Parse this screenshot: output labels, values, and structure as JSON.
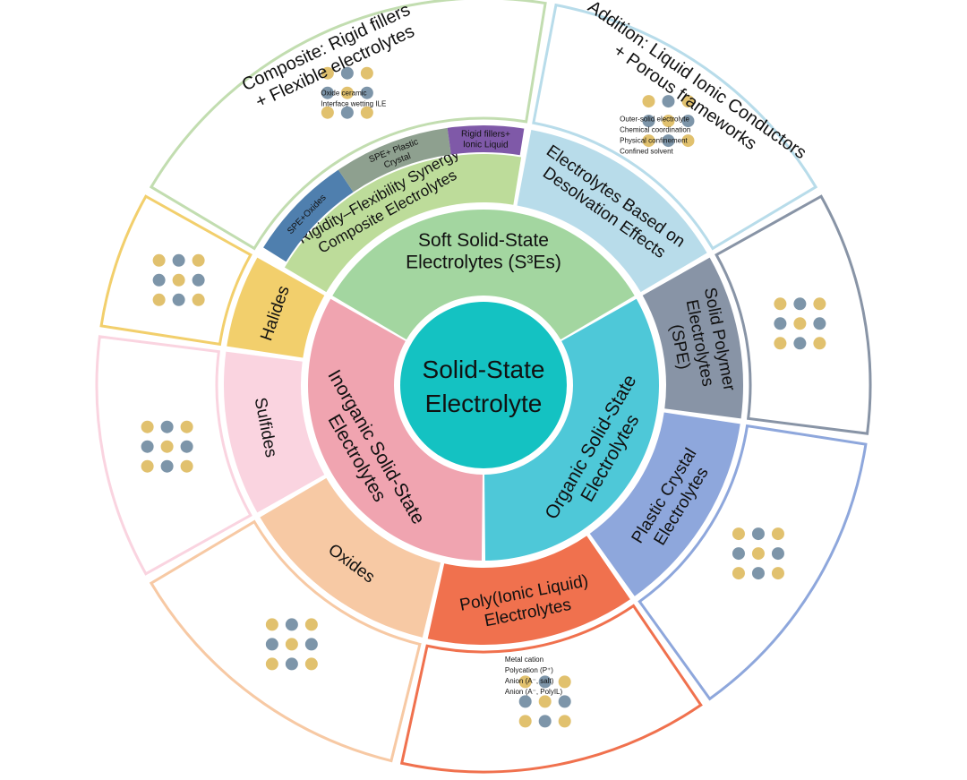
{
  "center": {
    "line1": "Solid-State",
    "line2": "Electrolyte",
    "color": "#14c2c2"
  },
  "ring1": [
    {
      "id": "soft",
      "lines": [
        "Soft Solid-State",
        "Electrolytes (S³Es)"
      ],
      "color": "#a3d6a0"
    },
    {
      "id": "organic",
      "lines": [
        "Organic Solid-State",
        "Electrolytes"
      ],
      "color": "#4ec8d8"
    },
    {
      "id": "inorganic",
      "lines": [
        "Inorganic Solid-State",
        "Electrolytes"
      ],
      "color": "#f0a4b0"
    }
  ],
  "ring2": [
    {
      "id": "composite",
      "lines": [
        "\"Rigidity–Flexibility Synergy\"",
        "Composite Electrolytes"
      ],
      "color": "#bddc9a"
    },
    {
      "id": "desolvation",
      "lines": [
        "Electrolytes Based on",
        "Desolvation Effects"
      ],
      "color": "#b8dcea"
    },
    {
      "id": "spe",
      "lines": [
        "Solid Polymer",
        "Electrolytes",
        "(SPE)"
      ],
      "color": "#8894a6"
    },
    {
      "id": "plastic",
      "lines": [
        "Plastic Crystal",
        "Electrolytes"
      ],
      "color": "#8ea7dc"
    },
    {
      "id": "pil",
      "lines": [
        "Poly(Ionic Liquid)",
        "Electrolytes"
      ],
      "color": "#f0714e"
    },
    {
      "id": "oxides",
      "lines": [
        "Oxides"
      ],
      "color": "#f7c9a4"
    },
    {
      "id": "sulfides",
      "lines": [
        "Sulfides"
      ],
      "color": "#fad4e0"
    },
    {
      "id": "halides",
      "lines": [
        "Halides"
      ],
      "color": "#f2cf6c"
    }
  ],
  "composite_subs": [
    {
      "id": "spe-oxides",
      "lines": [
        "SPE+Oxides"
      ],
      "color": "#4f7fae"
    },
    {
      "id": "spe-plastic",
      "lines": [
        "SPE+ Plastic",
        "Crystal"
      ],
      "color": "#8ea08f"
    },
    {
      "id": "rigid-il",
      "lines": [
        "Rigid fillers+",
        "Ionic Liquid"
      ],
      "color": "#7f59a8"
    }
  ],
  "outer": [
    {
      "id": "outer-composite",
      "lines": [
        "Composite: Rigid fillers",
        "+ Flexible electrolytes"
      ],
      "border": "#c2ddb0",
      "labels": [
        "Oxide ceramic",
        "Interface wetting ILE"
      ]
    },
    {
      "id": "outer-addition",
      "lines": [
        "Addition: Liquid Ionic Conductors",
        "+ Porous frameworks"
      ],
      "border": "#b8dcea",
      "labels": [
        "Outer-solid electrolyte",
        "Chemical coordination",
        "Physical confinement",
        "Confined solvent"
      ]
    },
    {
      "id": "outer-spe",
      "lines": [],
      "border": "#8894a6"
    },
    {
      "id": "outer-plastic",
      "lines": [],
      "border": "#8ea7dc"
    },
    {
      "id": "outer-pil",
      "lines": [],
      "border": "#f0714e",
      "labels": [
        "Metal cation",
        "Polycation (P⁺)",
        "Anion (A⁻, salt)",
        "Anion (A⁻, PolyIL)"
      ]
    },
    {
      "id": "outer-oxides",
      "lines": [],
      "border": "#f7c9a4"
    },
    {
      "id": "outer-sulfides",
      "lines": [],
      "border": "#fad4e0"
    },
    {
      "id": "outer-halides",
      "lines": [],
      "border": "#f2cf6c"
    }
  ]
}
